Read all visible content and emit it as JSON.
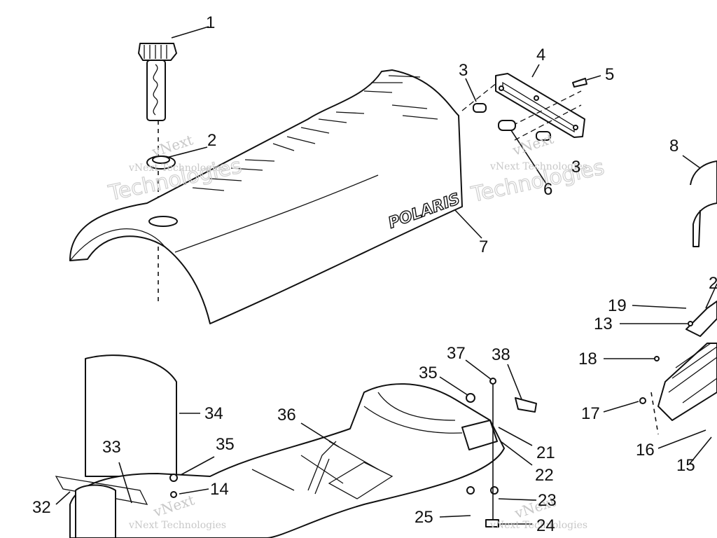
{
  "diagram": {
    "brand_logo": "POLARIS",
    "watermark": {
      "small": "vNext Technologies",
      "big": "Technologies",
      "word": "vNext"
    },
    "callouts": [
      "1",
      "2",
      "3",
      "4",
      "5",
      "6",
      "7",
      "8",
      "19",
      "13",
      "18",
      "17",
      "16",
      "15",
      "37",
      "38",
      "35",
      "21",
      "22",
      "23",
      "24",
      "25",
      "36",
      "34",
      "33",
      "35",
      "14",
      "32",
      "2",
      "3"
    ]
  }
}
